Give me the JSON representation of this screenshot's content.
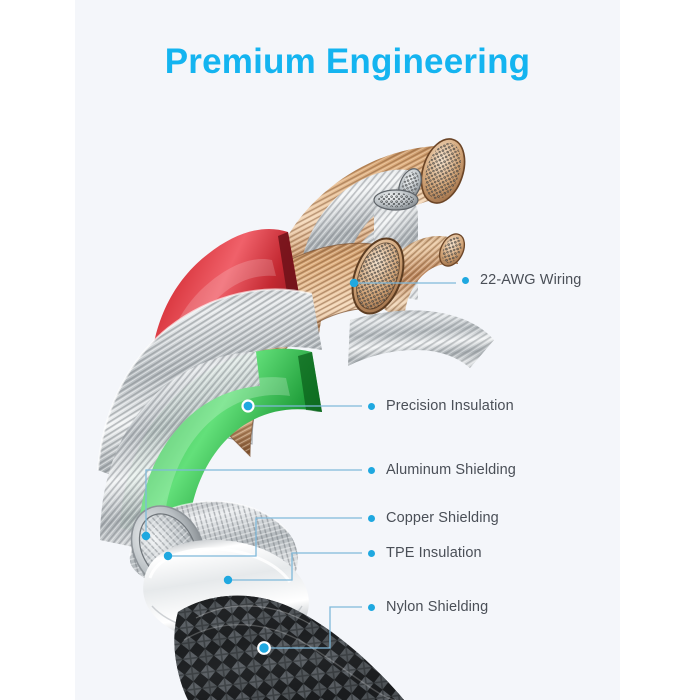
{
  "page": {
    "title": "Premium Engineering",
    "title_color": "#14b4f0",
    "background_color": "#ffffff",
    "panel_color": "#f4f6fa",
    "label_color": "#4a4f57",
    "leader_color": "#7fb9da",
    "marker_color": "#1fa8e0"
  },
  "illustration": {
    "name": "usb-cable-cutaway-diagram",
    "description": "Cutaway view of a braided USB cable showing internal layers",
    "layers": {
      "copper_wire": "#c08a5e",
      "copper_wire_light": "#e8c49c",
      "red_insulation": "#d8343c",
      "green_insulation": "#2fb84a",
      "aluminum_shield": "#c6cacd",
      "tpe_insulation": "#e9ebed",
      "nylon_braid": "#3a3d40",
      "connector_metal": "#d8dcdf"
    }
  },
  "callouts": [
    {
      "id": "awg-wiring",
      "label": "22-AWG Wiring"
    },
    {
      "id": "precision-insulation",
      "label": "Precision Insulation"
    },
    {
      "id": "aluminum-shielding",
      "label": "Aluminum Shielding"
    },
    {
      "id": "copper-shielding",
      "label": "Copper Shielding"
    },
    {
      "id": "tpe-insulation",
      "label": "TPE Insulation"
    },
    {
      "id": "nylon-shielding",
      "label": "Nylon Shielding"
    }
  ]
}
